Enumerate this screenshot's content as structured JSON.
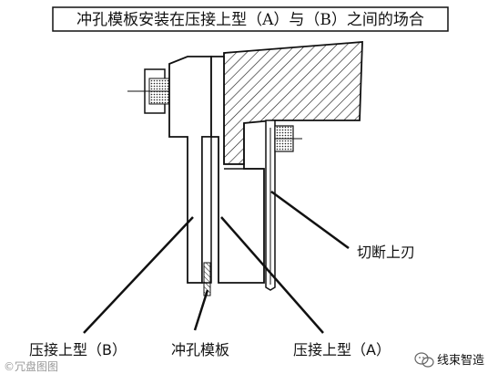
{
  "title": "冲孔模板安装在压接上型（A）与（B）之间的场合",
  "labels": {
    "cutting_upper_blade": "切断上刃",
    "crimp_upper_b": "压接上型（B）",
    "punch_template": "冲孔模板",
    "crimp_upper_a": "压接上型（A）"
  },
  "brand": {
    "name": "线束智造",
    "watermark": "©冗盘图图"
  },
  "colors": {
    "line": "#111111",
    "watermark": "#9a9a9a"
  }
}
